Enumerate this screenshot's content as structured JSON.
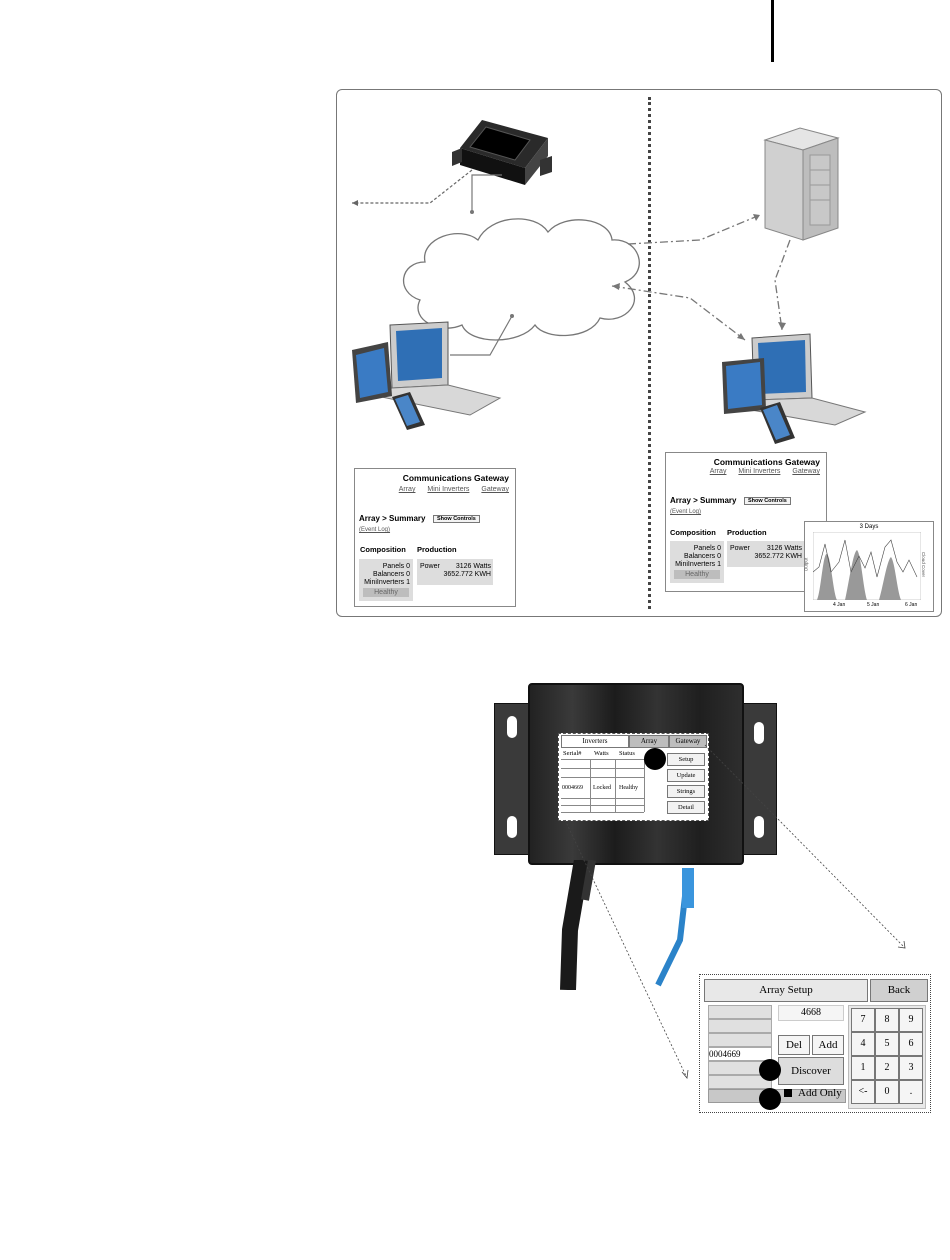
{
  "top_panel": {
    "left_screen": {
      "title": "Communications Gateway",
      "links": [
        "Array",
        "Mini Inverters",
        "Gateway"
      ],
      "breadcrumb": "Array > Summary",
      "show_controls": "Show Controls",
      "event_log": "(Event Log)",
      "composition_header": "Composition",
      "production_header": "Production",
      "panels": "Panels 0",
      "balancers": "Balancers 0",
      "mini_inverters": "MiniInverters 1",
      "healthy": "Healthy",
      "power_label": "Power",
      "power_value": "3126 Watts",
      "energy_value": "3652.772 KWH"
    },
    "right_screen": {
      "title": "Communications Gateway",
      "links": [
        "Array",
        "Mini Inverters",
        "Gateway"
      ],
      "breadcrumb": "Array > Summary",
      "show_controls": "Show Controls",
      "event_log": "(Event Log)",
      "composition_header": "Composition",
      "production_header": "Production",
      "panels": "Panels 0",
      "balancers": "Balancers 0",
      "mini_inverters": "MiniInverters 1",
      "healthy": "Healthy",
      "power_label": "Power",
      "power_value": "3126 Watts",
      "energy_value": "3652.772 KWH"
    },
    "chart": {
      "title": "3 Days",
      "ylabel_left": "Output",
      "ylabel_right": "Cloud Cover",
      "x_ticks": [
        "4 Jan",
        "5 Jan",
        "6 Jan"
      ]
    }
  },
  "device_screen": {
    "tabs": [
      "Inverters",
      "Array",
      "Gateway"
    ],
    "columns": [
      "Serial#",
      "Watts",
      "Status"
    ],
    "row": {
      "serial": "0004669",
      "watts": "Locked",
      "status": "Healthy"
    },
    "buttons": [
      "Setup",
      "Update",
      "Strings",
      "Detail"
    ]
  },
  "array_setup": {
    "title": "Array Setup",
    "back": "Back",
    "entry_value": "4668",
    "del": "Del",
    "add": "Add",
    "list_item": "0004669",
    "discover": "Discover",
    "add_only": "Add Only",
    "keypad": [
      "7",
      "8",
      "9",
      "4",
      "5",
      "6",
      "1",
      "2",
      "3",
      "<-",
      "0",
      "."
    ]
  }
}
